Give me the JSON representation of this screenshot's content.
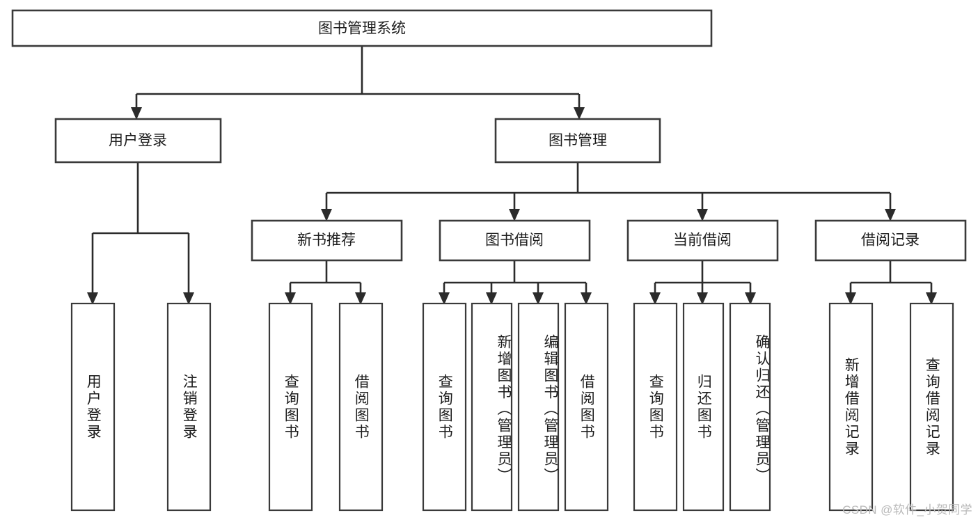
{
  "diagram": {
    "title": "图书管理系统",
    "type": "hierarchy-tree",
    "orientation": "top-down",
    "colors": {
      "box_stroke": "#3a3a3a",
      "box_fill": "#ffffff",
      "connector": "#2b2b2b",
      "text": "#1d1d1d",
      "watermark": "#b9b9b9",
      "background": "#ffffff"
    }
  },
  "root": {
    "label": "图书管理系统"
  },
  "level2": [
    {
      "label": "用户登录"
    },
    {
      "label": "图书管理"
    }
  ],
  "level3": [
    {
      "label": "新书推荐"
    },
    {
      "label": "图书借阅"
    },
    {
      "label": "当前借阅"
    },
    {
      "label": "借阅记录"
    }
  ],
  "leaves": {
    "user_login": [
      {
        "label": "用户登录"
      },
      {
        "label": "注销登录"
      }
    ],
    "new_book_recommend": [
      {
        "label": "查询图书"
      },
      {
        "label": "借阅图书"
      }
    ],
    "book_borrow": [
      {
        "label": "查询图书"
      },
      {
        "label": "新增图书（管理员）"
      },
      {
        "label": "编辑图书（管理员）"
      },
      {
        "label": "借阅图书"
      }
    ],
    "current_borrow": [
      {
        "label": "查询图书"
      },
      {
        "label": "归还图书"
      },
      {
        "label": "确认归还（管理员）"
      }
    ],
    "borrow_record": [
      {
        "label": "新增借阅记录"
      },
      {
        "label": "查询借阅记录"
      }
    ]
  },
  "watermark": {
    "text": "CSDN @软件_小贺同学"
  }
}
